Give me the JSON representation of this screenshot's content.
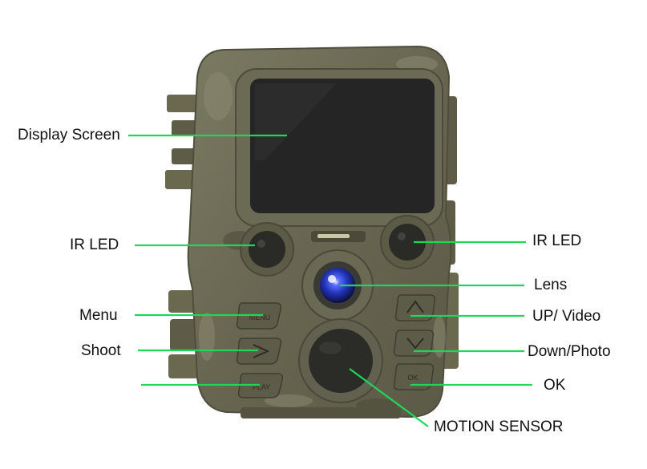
{
  "colors": {
    "leader_line": "#1fd65a",
    "camo_body": "#6d6b55",
    "screen": "#2a2a2a",
    "lens_blue": "#3b4fe0"
  },
  "labels": {
    "display_screen": "Display Screen",
    "ir_led_left": "IR LED",
    "ir_led_right": "IR LED",
    "lens": "Lens",
    "menu": "Menu",
    "up_video": "UP/ Video",
    "shoot": "Shoot",
    "down_photo": "Down/Photo",
    "ok": "OK",
    "motion_sensor": "MOTION SENSOR"
  },
  "button_markings": {
    "menu": "MENU",
    "play": "PLAY",
    "ok": "OK"
  }
}
